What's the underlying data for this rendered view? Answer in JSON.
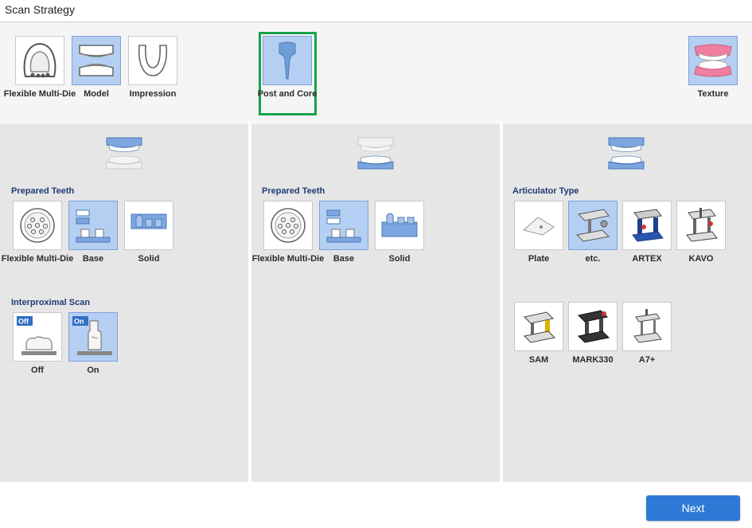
{
  "window": {
    "title": "Scan Strategy"
  },
  "top_options": [
    {
      "label": "Flexible Multi-Die",
      "selected": false
    },
    {
      "label": "Model",
      "selected": true
    },
    {
      "label": "Impression",
      "selected": false
    },
    {
      "label": "Post and Core",
      "selected": true
    },
    {
      "label": "Texture",
      "selected": true
    }
  ],
  "panel_left": {
    "prepared_teeth": {
      "title": "Prepared Teeth",
      "options": [
        {
          "label": "Flexible Multi-Die",
          "selected": false
        },
        {
          "label": "Base",
          "selected": true
        },
        {
          "label": "Solid",
          "selected": false
        }
      ]
    },
    "interproximal": {
      "title": "Interproximal Scan",
      "options": [
        {
          "label": "Off",
          "tag": "Off",
          "selected": false
        },
        {
          "label": "On",
          "tag": "On",
          "selected": true
        }
      ]
    }
  },
  "panel_middle": {
    "prepared_teeth": {
      "title": "Prepared Teeth",
      "options": [
        {
          "label": "Flexible Multi-Die",
          "selected": false
        },
        {
          "label": "Base",
          "selected": true
        },
        {
          "label": "Solid",
          "selected": false
        }
      ]
    }
  },
  "panel_right": {
    "articulator": {
      "title": "Articulator Type",
      "options": [
        {
          "label": "Plate",
          "selected": false
        },
        {
          "label": "etc.",
          "selected": true
        },
        {
          "label": "ARTEX",
          "selected": false
        },
        {
          "label": "KAVO",
          "selected": false
        },
        {
          "label": "SAM",
          "selected": false
        },
        {
          "label": "MARK330",
          "selected": false
        },
        {
          "label": "A7+",
          "selected": false
        }
      ]
    }
  },
  "footer": {
    "next_label": "Next"
  },
  "colors": {
    "selected_bg": "#b5cff2",
    "accent_blue": "#2f79d6",
    "highlight_green": "#16a34a",
    "section_title": "#1f3b73"
  }
}
